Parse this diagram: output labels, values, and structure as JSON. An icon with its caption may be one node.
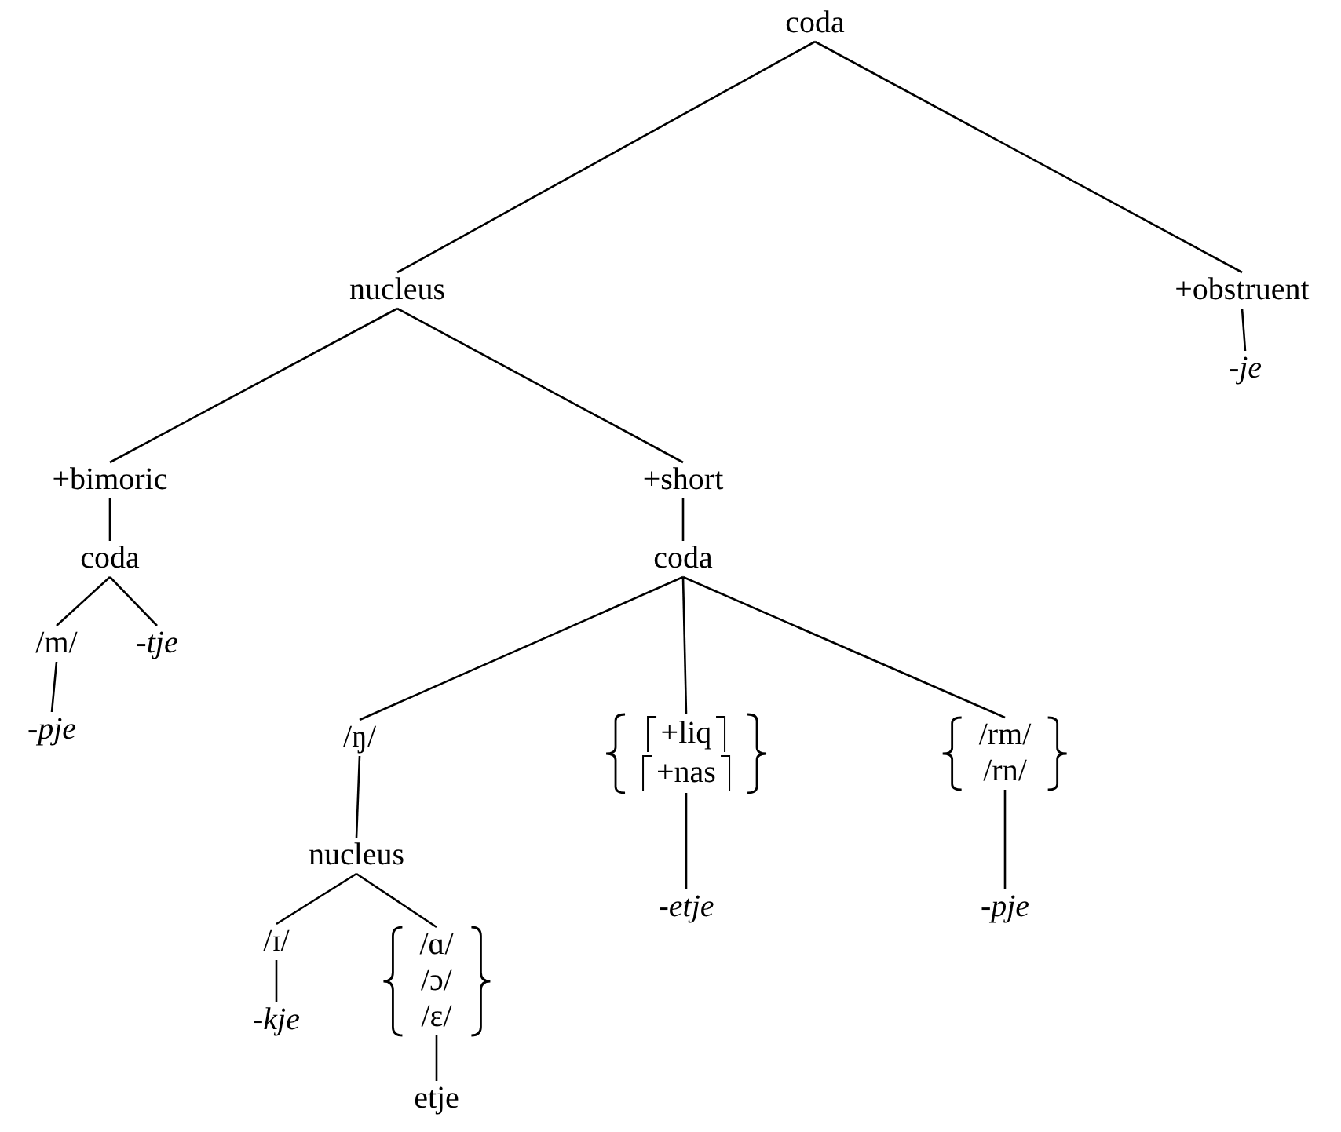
{
  "diagram": {
    "nodes": [
      {
        "text": [
          "coda"
        ]
      },
      {
        "text": [
          "nucleus"
        ]
      },
      {
        "text": [
          "+obstruent"
        ]
      },
      {
        "text": [
          "-*je*"
        ]
      },
      {
        "text": [
          "+bimoric"
        ]
      },
      {
        "text": [
          "+short"
        ]
      },
      {
        "text": [
          "coda"
        ]
      },
      {
        "text": [
          "coda"
        ]
      },
      {
        "text": [
          "/m/"
        ]
      },
      {
        "text": [
          "-*tje*"
        ]
      },
      {
        "text": [
          "-*pje*"
        ]
      },
      {
        "text": [
          "/ŋ/"
        ]
      },
      {
        "text": [
          "+liq",
          "+nas"
        ]
      },
      {
        "text": [
          "/rm/",
          "/rn/"
        ]
      },
      {
        "text": [
          "nucleus"
        ]
      },
      {
        "text": [
          "-*etje*"
        ]
      },
      {
        "text": [
          "-*pje*"
        ]
      },
      {
        "text": [
          "/ɪ/"
        ]
      },
      {
        "text": [
          "/ɑ/",
          "/ɔ/",
          "/ɛ/"
        ]
      },
      {
        "text": [
          "-*kje*"
        ]
      },
      {
        "text": [
          "etje"
        ]
      }
    ],
    "edges": [
      {
        "from": 0,
        "to": 1,
        "arrow": "none"
      },
      {
        "from": 0,
        "to": 2,
        "arrow": "none"
      },
      {
        "from": 2,
        "to": 3,
        "arrow": "none"
      },
      {
        "from": 1,
        "to": 4,
        "arrow": "none"
      },
      {
        "from": 1,
        "to": 5,
        "arrow": "none"
      },
      {
        "from": 4,
        "to": 6,
        "arrow": "none"
      },
      {
        "from": 5,
        "to": 7,
        "arrow": "none"
      },
      {
        "from": 6,
        "to": 8,
        "arrow": "none"
      },
      {
        "from": 6,
        "to": 9,
        "arrow": "none"
      },
      {
        "from": 8,
        "to": 10,
        "arrow": "none"
      },
      {
        "from": 7,
        "to": 11,
        "arrow": "none"
      },
      {
        "from": 7,
        "to": 12,
        "arrow": "none"
      },
      {
        "from": 7,
        "to": 13,
        "arrow": "none"
      },
      {
        "from": 11,
        "to": 14,
        "arrow": "none"
      },
      {
        "from": 12,
        "to": 15,
        "arrow": "none"
      },
      {
        "from": 13,
        "to": 16,
        "arrow": "none"
      },
      {
        "from": 14,
        "to": 17,
        "arrow": "none"
      },
      {
        "from": 14,
        "to": 18,
        "arrow": "none"
      },
      {
        "from": 17,
        "to": 19,
        "arrow": "none"
      },
      {
        "from": 18,
        "to": 20,
        "arrow": "none"
      }
    ]
  }
}
